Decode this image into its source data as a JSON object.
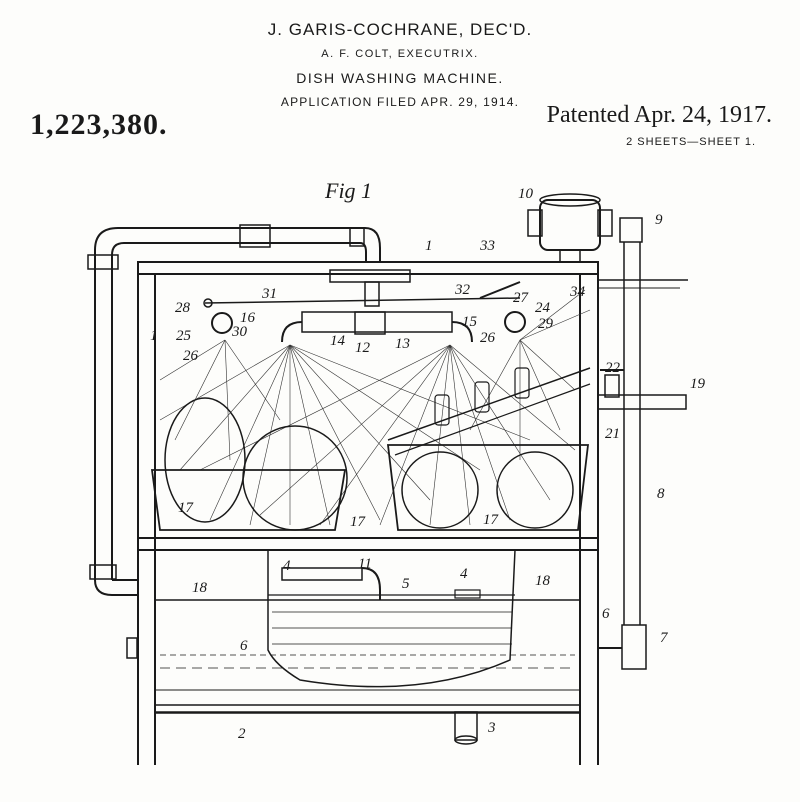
{
  "header": {
    "inventor": "J. GARIS-COCHRANE, DEC'D.",
    "executrix": "A. F. COLT, EXECUTRIX.",
    "title": "DISH WASHING MACHINE.",
    "filed": "APPLICATION FILED APR. 29, 1914.",
    "patent_number": "1,223,380.",
    "patented": "Patented Apr. 24, 1917.",
    "sheets": "2 SHEETS—SHEET 1."
  },
  "figure": {
    "caption": "Fig 1",
    "labels": {
      "l1a": "1",
      "l1b": "1",
      "l2": "2",
      "l3": "3",
      "l4a": "4",
      "l4b": "4",
      "l5": "5",
      "l6a": "6",
      "l6b": "6",
      "l7": "7",
      "l8": "8",
      "l9": "9",
      "l10": "10",
      "l11": "11",
      "l12": "12",
      "l13": "13",
      "l14": "14",
      "l15": "15",
      "l16": "16",
      "l17a": "17",
      "l17b": "17",
      "l17c": "17",
      "l18a": "18",
      "l18b": "18",
      "l19": "19",
      "l21": "21",
      "l22": "22",
      "l24": "24",
      "l25": "25",
      "l26a": "26",
      "l26b": "26",
      "l27": "27",
      "l28": "28",
      "l29": "29",
      "l30": "30",
      "l31": "31",
      "l32": "32",
      "l33": "33",
      "l34": "34"
    }
  }
}
